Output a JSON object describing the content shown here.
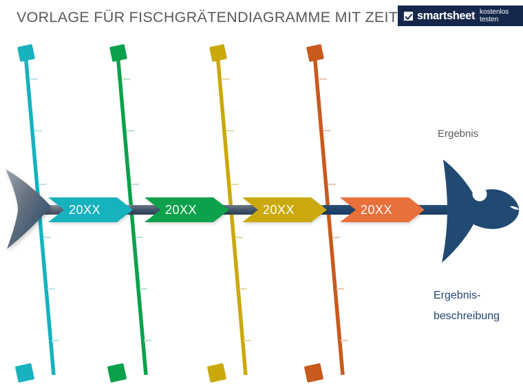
{
  "page": {
    "title": "VORLAGE FÜR FISCHGRÄTENDIAGRAMME MIT ZEITPLAN",
    "background_color": "#ffffff"
  },
  "badge": {
    "name": "smartsheet",
    "brand": "smartsheet",
    "tagline": "kostenlos testen",
    "icon": "checkbox-icon",
    "background_color": "#15284B",
    "text_color": "#ffffff"
  },
  "diagram": {
    "type": "fishbone",
    "spine_color_left": "#6E7B8B",
    "spine_color_right": "#1F456E",
    "head": {
      "label": "Ergebnis",
      "label_color": "#5a5a5a",
      "description": "Ergebnis-beschreibung",
      "description_line1": "Ergebnis-",
      "description_line2": "beschreibung",
      "description_color": "#1F456E",
      "fill_color": "#214A72",
      "eye_color": "#ffffff"
    },
    "tail": {
      "gradient_from": "#8C98A4",
      "gradient_to": "#1F456E"
    },
    "bones": [
      {
        "index": 1,
        "label": "20XX",
        "color": "#17B2BD",
        "chevron_color": "#17B2BD",
        "marker": "diamond"
      },
      {
        "index": 2,
        "label": "20XX",
        "color": "#0BA14B",
        "chevron_color": "#0BA14B",
        "marker": "diamond"
      },
      {
        "index": 3,
        "label": "20XX",
        "color": "#C9A90C",
        "chevron_color": "#C9A90C",
        "marker": "diamond"
      },
      {
        "index": 4,
        "label": "20XX",
        "color": "#C85A1E",
        "chevron_color": "#E8703A",
        "marker": "diamond"
      }
    ]
  }
}
